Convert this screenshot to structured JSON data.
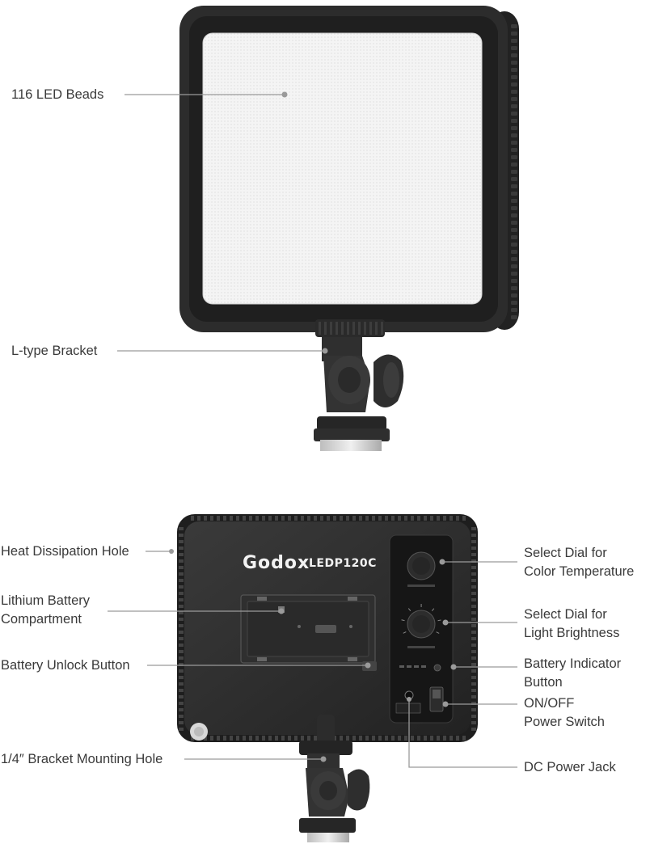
{
  "front_labels": {
    "led_beads": "116 LED Beads",
    "bracket": "L-type Bracket"
  },
  "back_labels": {
    "heat_hole": "Heat Dissipation Hole",
    "battery_compartment": [
      "Lithium Battery",
      "Compartment"
    ],
    "battery_unlock": "Battery Unlock Button",
    "mount_hole": "1/4″ Bracket Mounting Hole",
    "color_dial": [
      "Select Dial for",
      "Color Temperature"
    ],
    "brightness_dial": [
      "Select Dial for",
      "Light Brightness"
    ],
    "battery_indicator": [
      "Battery Indicator",
      "Button"
    ],
    "power_switch": [
      "ON/OFF",
      "Power Switch"
    ],
    "dc_jack": "DC Power Jack"
  },
  "device": {
    "brand": "Godox",
    "model": "LEDP120C"
  },
  "colors": {
    "label_text": "#3a3a3a",
    "leader_line": "#9a9a9a",
    "body_dark": "#2b2b2b",
    "panel_light": "#f3f3f3"
  }
}
